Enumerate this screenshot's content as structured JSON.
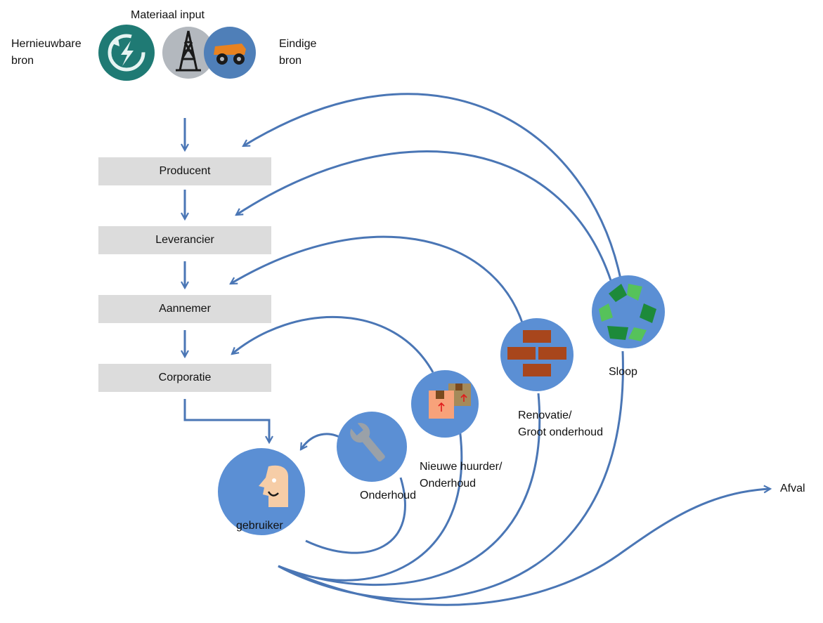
{
  "title": "Materiaal input",
  "sources": {
    "renewable": "Hernieuwbare\nbron",
    "finite": "Eindige\nbron"
  },
  "chain": {
    "producent": "Producent",
    "leverancier": "Leverancier",
    "aannemer": "Aannemer",
    "corporatie": "Corporatie"
  },
  "user": "gebruiker",
  "loops": {
    "onderhoud": "Onderhoud",
    "nieuwe_huurder": "Nieuwe huurder/\nOnderhoud",
    "renovatie": "Renovatie/\nGroot onderhoud",
    "sloop": "Sloop"
  },
  "waste": "Afval",
  "colors": {
    "arrow": "#4a76b5",
    "circle": "#5b8fd4",
    "box": "#dcdcdc",
    "renewable_circle": "#1f7a74",
    "finite_circle_grey": "#b3b8be",
    "brick": "#a8461c",
    "recycle_dark": "#1d8a3a",
    "recycle_light": "#56c25a",
    "face": "#f6cda7"
  },
  "icons": {
    "renewable": "renewable-energy-icon",
    "oil_rig": "oil-rig-icon",
    "mining_truck": "mining-truck-icon",
    "user": "person-face-icon",
    "wrench": "wrench-icon",
    "boxes": "moving-boxes-icon",
    "bricks": "bricks-icon",
    "recycle": "recycle-icon"
  }
}
